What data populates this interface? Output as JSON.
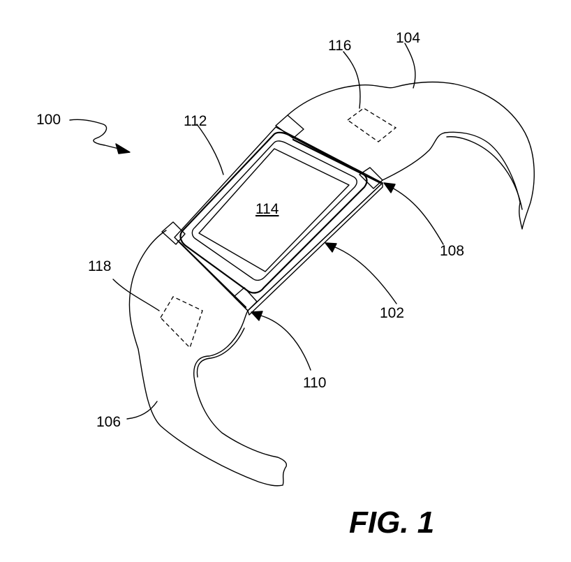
{
  "figure": {
    "caption": "FIG. 1",
    "reference_numerals": {
      "device": "100",
      "body": "102",
      "band_upper": "104",
      "band_lower": "106",
      "connector_right": "108",
      "connector_left": "110",
      "housing": "112",
      "display": "114",
      "element_upper": "116",
      "element_lower": "118"
    }
  }
}
